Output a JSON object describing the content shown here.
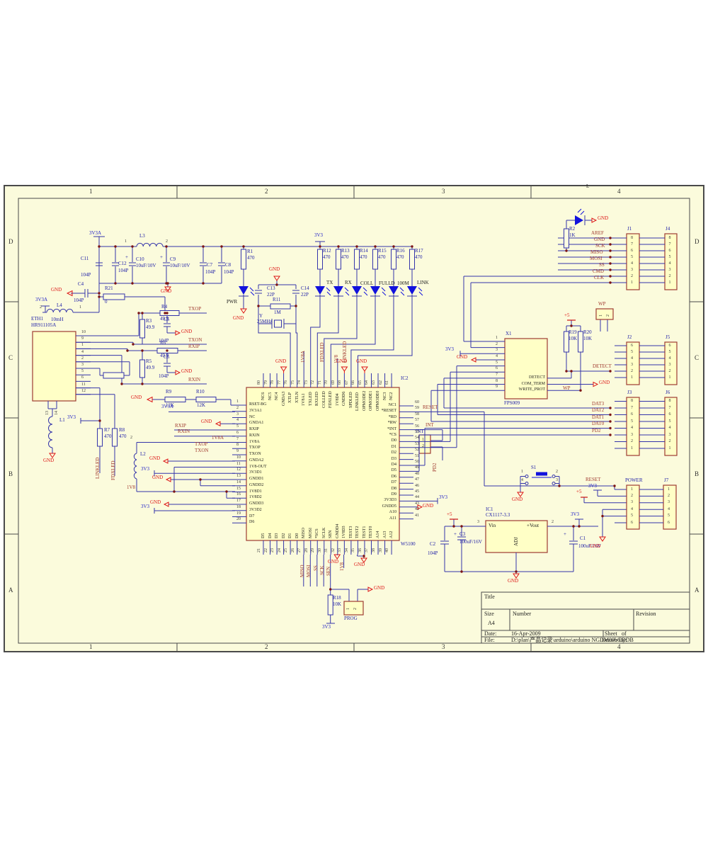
{
  "frame": {
    "columns": [
      "1",
      "2",
      "3",
      "4"
    ],
    "rows": [
      "D",
      "C",
      "B",
      "A"
    ],
    "stray": "L"
  },
  "title_block": {
    "title_label": "Title",
    "size_label": "Size",
    "size_value": "A4",
    "number_label": "Number",
    "revision_label": "Revision",
    "date_label": "Date:",
    "date_value": "16-Apr-2009",
    "sheet_label": "Sheet",
    "of_label": "of",
    "file_label": "File:",
    "file_value": "D:\\plan\\产品记录\\arduino\\arduino NGDM09b6.DDB",
    "drawn_label": "Drawn By:"
  },
  "colors": {
    "sheet": "#fbfbdc",
    "wire": "#3434aa",
    "component_fill": "#ffffc6",
    "component_outline": "#9e3b32",
    "gnd": "#dd1414",
    "power": "#2020c8",
    "net": "#a03a30",
    "led": "#1212dd"
  },
  "ic2": {
    "designator": "IC2",
    "part": "W5100",
    "left": [
      {
        "n": "1",
        "t": "RSET-BG"
      },
      {
        "n": "2",
        "t": "3V3A1"
      },
      {
        "n": "3",
        "t": "NC"
      },
      {
        "n": "4",
        "t": "GNDA1"
      },
      {
        "n": "5",
        "t": "RXIP"
      },
      {
        "n": "6",
        "t": "RXIN"
      },
      {
        "n": "7",
        "t": "1V8A"
      },
      {
        "n": "8",
        "t": "TXOP"
      },
      {
        "n": "9",
        "t": "TXON"
      },
      {
        "n": "10",
        "t": "GNDA2"
      },
      {
        "n": "11",
        "t": "1V8-OUT"
      },
      {
        "n": "12",
        "t": "3V3D1"
      },
      {
        "n": "13",
        "t": "GNDD1"
      },
      {
        "n": "14",
        "t": "GNDD2"
      },
      {
        "n": "15",
        "t": "1V8D1"
      },
      {
        "n": "16",
        "t": "1V8D2"
      },
      {
        "n": "17",
        "t": "GNDD3"
      },
      {
        "n": "18",
        "t": "3V3D2"
      },
      {
        "n": "19",
        "t": "D7"
      },
      {
        "n": "20",
        "t": "D6"
      }
    ],
    "right": [
      {
        "n": "60",
        "t": "NC1"
      },
      {
        "n": "59",
        "t": "*RESET"
      },
      {
        "n": "58",
        "t": "*RD"
      },
      {
        "n": "57",
        "t": "*RW"
      },
      {
        "n": "56",
        "t": "*INT"
      },
      {
        "n": "55",
        "t": "*CS"
      },
      {
        "n": "54",
        "t": "D0"
      },
      {
        "n": "53",
        "t": "D1"
      },
      {
        "n": "52",
        "t": "D2"
      },
      {
        "n": "51",
        "t": "D3"
      },
      {
        "n": "50",
        "t": "D4"
      },
      {
        "n": "49",
        "t": "D5"
      },
      {
        "n": "48",
        "t": "D6"
      },
      {
        "n": "47",
        "t": "D7"
      },
      {
        "n": "46",
        "t": "D8"
      },
      {
        "n": "45",
        "t": "D9"
      },
      {
        "n": "44",
        "t": "3V3D3"
      },
      {
        "n": "43",
        "t": "GNDD5"
      },
      {
        "n": "42",
        "t": "A10"
      },
      {
        "n": "41",
        "t": "A11"
      }
    ],
    "top": [
      {
        "n": "80",
        "t": "NC6"
      },
      {
        "n": "79",
        "t": "NC5"
      },
      {
        "n": "78",
        "t": "NC4"
      },
      {
        "n": "77",
        "t": "GNDA3"
      },
      {
        "n": "76",
        "t": "XTLP"
      },
      {
        "n": "75",
        "t": "XTLN"
      },
      {
        "n": "74",
        "t": "1V8A1"
      },
      {
        "n": "73",
        "t": "TXLED"
      },
      {
        "n": "72",
        "t": "RXLED"
      },
      {
        "n": "71",
        "t": "COLLED"
      },
      {
        "n": "70",
        "t": "FDXLED"
      },
      {
        "n": "69",
        "t": "1V8D4"
      },
      {
        "n": "68",
        "t": "GNDD6"
      },
      {
        "n": "67",
        "t": "SPDLED"
      },
      {
        "n": "66",
        "t": "LINKLED"
      },
      {
        "n": "65",
        "t": "OPMODE2"
      },
      {
        "n": "64",
        "t": "OPMODE1"
      },
      {
        "n": "63",
        "t": "OPMODE0"
      },
      {
        "n": "62",
        "t": "NC3"
      },
      {
        "n": "61",
        "t": "NC2"
      }
    ],
    "bottom": [
      {
        "n": "21",
        "t": "D5"
      },
      {
        "n": "22",
        "t": "D4"
      },
      {
        "n": "23",
        "t": "D3"
      },
      {
        "n": "24",
        "t": "D2"
      },
      {
        "n": "25",
        "t": "D1"
      },
      {
        "n": "26",
        "t": "D0"
      },
      {
        "n": "27",
        "t": "MISO"
      },
      {
        "n": "28",
        "t": "MOSI"
      },
      {
        "n": "29",
        "t": "*SCS"
      },
      {
        "n": "30",
        "t": "SCLK"
      },
      {
        "n": "31",
        "t": "SEN"
      },
      {
        "n": "32",
        "t": "GNDD4"
      },
      {
        "n": "33",
        "t": "1V8D3"
      },
      {
        "n": "34",
        "t": "TEST3"
      },
      {
        "n": "35",
        "t": "TEST2"
      },
      {
        "n": "36",
        "t": "TEST1"
      },
      {
        "n": "37",
        "t": "TEST0"
      },
      {
        "n": "38",
        "t": "A14"
      },
      {
        "n": "39",
        "t": "A13"
      },
      {
        "n": "40",
        "t": "A12"
      }
    ]
  },
  "eth1": {
    "designator": "ETH1",
    "part": "HR911105A",
    "pins": [
      "10",
      "9",
      "1",
      "4",
      "2",
      "3",
      "5",
      "6",
      "11",
      "12"
    ]
  },
  "x1": {
    "designator": "X1",
    "part": "FPS009",
    "pins": [
      "1",
      "2",
      "3",
      "4",
      "5",
      "6",
      "7",
      "8",
      "9"
    ],
    "right_labels": [
      "DETECT",
      "COM_TERM",
      "WRITE_PROT"
    ]
  },
  "connectors": {
    "j1": {
      "name": "J1",
      "pins": [
        "8",
        "7",
        "6",
        "5",
        "4",
        "3",
        "2",
        "1"
      ]
    },
    "j4": {
      "name": "J4",
      "pins": [
        "8",
        "7",
        "6",
        "5",
        "4",
        "3",
        "2",
        "1"
      ]
    },
    "j2": {
      "name": "J2",
      "pins": [
        "6",
        "5",
        "4",
        "3",
        "2",
        "1"
      ]
    },
    "j5": {
      "name": "J5",
      "pins": [
        "6",
        "5",
        "4",
        "3",
        "2",
        "1"
      ]
    },
    "j3": {
      "name": "J3",
      "pins": [
        "8",
        "7",
        "6",
        "5",
        "4",
        "3",
        "2",
        "1"
      ]
    },
    "j6": {
      "name": "J6",
      "pins": [
        "8",
        "7",
        "6",
        "5",
        "4",
        "3",
        "2",
        "1"
      ]
    },
    "power": {
      "name": "POWER",
      "pins": [
        "1",
        "2",
        "3",
        "4",
        "5",
        "6"
      ]
    },
    "j7": {
      "name": "J7",
      "pins": [
        "1",
        "2",
        "3",
        "4",
        "5",
        "6"
      ]
    }
  },
  "labels": [
    [
      "3V3A",
      126,
      326,
      "p"
    ],
    [
      "1",
      176,
      338,
      "u"
    ],
    [
      "L3",
      197,
      330,
      "d"
    ],
    [
      "2",
      234,
      338,
      "u"
    ],
    [
      "C11",
      114,
      362,
      "d"
    ],
    [
      "104P",
      114,
      385,
      "d"
    ],
    [
      "C12",
      167,
      369,
      "d"
    ],
    [
      "104P",
      167,
      379,
      "d"
    ],
    [
      "+",
      177,
      360,
      "d"
    ],
    [
      "C10",
      192,
      363,
      "d"
    ],
    [
      "10uF/10V",
      192,
      372,
      "d"
    ],
    [
      "+",
      226,
      360,
      "d"
    ],
    [
      "C9",
      240,
      363,
      "d"
    ],
    [
      "10uF/10V",
      240,
      372,
      "d"
    ],
    [
      "C7",
      292,
      371,
      "d"
    ],
    [
      "104P",
      290,
      381,
      "d"
    ],
    [
      "C8",
      318,
      371,
      "d"
    ],
    [
      "104P",
      316,
      381,
      "d"
    ],
    [
      "GND",
      227,
      408,
      "g"
    ],
    [
      "R1",
      349,
      352,
      "d"
    ],
    [
      "470",
      349,
      361,
      "d"
    ],
    [
      "PWR",
      320,
      423,
      "k"
    ],
    [
      "GND",
      329,
      446,
      "g"
    ],
    [
      "GND",
      380,
      377,
      "g"
    ],
    [
      "C13",
      377,
      404,
      "d"
    ],
    [
      "22P",
      377,
      413,
      "d"
    ],
    [
      "C14",
      425,
      404,
      "d"
    ],
    [
      "22P",
      425,
      413,
      "d"
    ],
    [
      "R11",
      385,
      420,
      "d"
    ],
    [
      "1M",
      387,
      438,
      "d"
    ],
    [
      "Y",
      366,
      443,
      "d"
    ],
    [
      "25MHz",
      363,
      451,
      "d"
    ],
    [
      "3V3",
      444,
      329,
      "p"
    ],
    [
      "R12",
      456,
      351,
      "d"
    ],
    [
      "470",
      456,
      360,
      "d"
    ],
    [
      "R13",
      482,
      351,
      "d"
    ],
    [
      "470",
      482,
      360,
      "d"
    ],
    [
      "R14",
      508,
      351,
      "d"
    ],
    [
      "470",
      508,
      360,
      "d"
    ],
    [
      "R15",
      534,
      351,
      "d"
    ],
    [
      "470",
      534,
      360,
      "d"
    ],
    [
      "R16",
      560,
      351,
      "d"
    ],
    [
      "470",
      560,
      360,
      "d"
    ],
    [
      "R17",
      586,
      351,
      "d"
    ],
    [
      "470",
      586,
      360,
      "d"
    ],
    [
      "TX",
      461,
      396,
      "k"
    ],
    [
      "RX",
      487,
      396,
      "k"
    ],
    [
      "COLL",
      509,
      397,
      "k"
    ],
    [
      "FULLD",
      535,
      397,
      "k"
    ],
    [
      "100M",
      561,
      397,
      "k"
    ],
    [
      "LINK",
      589,
      396,
      "k"
    ],
    [
      "GND",
      72,
      406,
      "g"
    ],
    [
      "C4",
      110,
      398,
      "d"
    ],
    [
      "104P",
      104,
      421,
      "d"
    ],
    [
      "R21",
      148,
      404,
      "d"
    ],
    [
      "0",
      148,
      423,
      "d"
    ],
    [
      "3V3A",
      50,
      420,
      "p"
    ],
    [
      "2",
      56,
      431,
      "u"
    ],
    [
      "L4",
      80,
      428,
      "d"
    ],
    [
      "10mH",
      72,
      448,
      "d"
    ],
    [
      "1",
      112,
      431,
      "u"
    ],
    [
      "ETH1",
      44,
      447,
      "d"
    ],
    [
      "HR911105A",
      44,
      456,
      "d"
    ],
    [
      "13",
      64,
      586,
      "u",
      "r"
    ],
    [
      "14",
      77,
      586,
      "u",
      "r"
    ],
    [
      "L1",
      84,
      590,
      "d"
    ],
    [
      "GND",
      61,
      647,
      "g"
    ],
    [
      "3V3",
      95,
      586,
      "p"
    ],
    [
      "R7",
      147,
      604,
      "d"
    ],
    [
      "470",
      147,
      613,
      "d"
    ],
    [
      "R8",
      168,
      604,
      "d"
    ],
    [
      "470",
      168,
      613,
      "d"
    ],
    [
      "LINKLED",
      135,
      676,
      "n",
      "r"
    ],
    [
      "FDXLED",
      157,
      678,
      "n",
      "r"
    ],
    [
      "R4",
      228,
      430,
      "d"
    ],
    [
      "49.9",
      226,
      447,
      "d"
    ],
    [
      "TXOP",
      266,
      433,
      "n"
    ],
    [
      "R3",
      206,
      450,
      "d"
    ],
    [
      "49.9",
      206,
      459,
      "d"
    ],
    [
      "C5",
      231,
      448,
      "d"
    ],
    [
      "GND",
      256,
      465,
      "g"
    ],
    [
      "104P",
      224,
      478,
      "d"
    ],
    [
      "TXON",
      266,
      477,
      "n"
    ],
    [
      "R6",
      226,
      481,
      "d"
    ],
    [
      "49.9",
      226,
      499,
      "d"
    ],
    [
      "RXIP",
      266,
      486,
      "n"
    ],
    [
      "R5",
      206,
      507,
      "d"
    ],
    [
      "49.9",
      206,
      516,
      "d"
    ],
    [
      "C6",
      231,
      501,
      "d"
    ],
    [
      "GND",
      256,
      521,
      "g"
    ],
    [
      "104P",
      224,
      528,
      "d"
    ],
    [
      "RXIN",
      266,
      533,
      "n"
    ],
    [
      "R9",
      234,
      550,
      "d"
    ],
    [
      "12K",
      234,
      569,
      "d"
    ],
    [
      "R10",
      277,
      550,
      "d"
    ],
    [
      "12K",
      278,
      569,
      "d"
    ],
    [
      "GND",
      185,
      558,
      "g"
    ],
    [
      "3V3A",
      228,
      571,
      "p"
    ],
    [
      "GND",
      284,
      592,
      "g"
    ],
    [
      "RXIP",
      247,
      598,
      "n"
    ],
    [
      "RXIN",
      251,
      606,
      "n"
    ],
    [
      "1V8A",
      299,
      615,
      "n"
    ],
    [
      "TXOP",
      275,
      624,
      "n"
    ],
    [
      "TXON",
      275,
      633,
      "n"
    ],
    [
      "2",
      184,
      615,
      "u"
    ],
    [
      "L2",
      198,
      638,
      "d"
    ],
    [
      "1V8",
      179,
      685,
      "n"
    ],
    [
      "GND",
      211,
      644,
      "g"
    ],
    [
      "3V3",
      199,
      659,
      "p"
    ],
    [
      "GND",
      215,
      671,
      "g"
    ],
    [
      "GND",
      212,
      706,
      "g"
    ],
    [
      "3V3",
      199,
      712,
      "p"
    ],
    [
      "GND",
      389,
      507,
      "g"
    ],
    [
      "GND",
      475,
      507,
      "g"
    ],
    [
      "GND",
      503,
      507,
      "g"
    ],
    [
      "1V8A",
      425,
      512,
      "n",
      "r"
    ],
    [
      "FDXLED",
      452,
      511,
      "n",
      "r"
    ],
    [
      "1V8",
      472,
      513,
      "n",
      "r"
    ],
    [
      "LINKLED",
      484,
      512,
      "n",
      "r"
    ],
    [
      "IC2",
      566,
      531,
      "d"
    ],
    [
      "W5100",
      566,
      765,
      "d"
    ],
    [
      "GND",
      463,
      790,
      "g"
    ],
    [
      "GND",
      500,
      794,
      "g"
    ],
    [
      "MISO",
      424,
      815,
      "n",
      "r"
    ],
    [
      "MOSI",
      433,
      815,
      "n",
      "r"
    ],
    [
      "SS",
      443,
      806,
      "n",
      "r"
    ],
    [
      "SCK",
      452,
      812,
      "n",
      "r"
    ],
    [
      "SEN",
      461,
      813,
      "n",
      "r"
    ],
    [
      "1V8",
      480,
      806,
      "n",
      "r"
    ],
    [
      "R18",
      470,
      841,
      "d"
    ],
    [
      "10K",
      470,
      850,
      "d"
    ],
    [
      "3V3",
      455,
      882,
      "p"
    ],
    [
      "1",
      489,
      861,
      "u",
      "r"
    ],
    [
      "2",
      499,
      861,
      "u",
      "r"
    ],
    [
      "PROG",
      486,
      870,
      "d"
    ],
    [
      "GND",
      528,
      827,
      "g"
    ],
    [
      "RESET",
      597,
      572,
      "n"
    ],
    [
      "INT",
      601,
      597,
      "n"
    ],
    [
      "INT",
      587,
      606,
      "d"
    ],
    [
      "1",
      596,
      618,
      "u"
    ],
    [
      "2",
      596,
      627,
      "u"
    ],
    [
      "PD2",
      611,
      666,
      "n",
      "r"
    ],
    [
      "3V3",
      620,
      699,
      "p"
    ],
    [
      "GND",
      597,
      711,
      "g"
    ],
    [
      "X1",
      714,
      468,
      "d"
    ],
    [
      "FPS009",
      712,
      566,
      "d"
    ],
    [
      "3V3",
      629,
      490,
      "p"
    ],
    [
      "GND",
      645,
      501,
      "g"
    ],
    [
      "+5",
      797,
      442,
      "g"
    ],
    [
      "R19",
      803,
      466,
      "d"
    ],
    [
      "10K",
      803,
      475,
      "d"
    ],
    [
      "R20",
      824,
      466,
      "d"
    ],
    [
      "10K",
      824,
      475,
      "d"
    ],
    [
      "WP",
      845,
      426,
      "n"
    ],
    [
      "1",
      846,
      447,
      "u",
      "r"
    ],
    [
      "2",
      856,
      447,
      "u",
      "r"
    ],
    [
      "DETECT",
      837,
      514,
      "n"
    ],
    [
      "WP",
      795,
      545,
      "n"
    ],
    [
      "GND",
      846,
      537,
      "g"
    ],
    [
      "R2",
      804,
      320,
      "d"
    ],
    [
      "1K",
      804,
      329,
      "d"
    ],
    [
      "GND",
      844,
      305,
      "g"
    ],
    [
      "J1",
      886,
      320,
      "d"
    ],
    [
      "J4",
      940,
      320,
      "d"
    ],
    [
      "AREF",
      835,
      326,
      "n"
    ],
    [
      "GND",
      839,
      335,
      "n"
    ],
    [
      "SCK",
      841,
      344,
      "n"
    ],
    [
      "MISO",
      834,
      353,
      "n"
    ],
    [
      "MOSI",
      833,
      362,
      "n"
    ],
    [
      "SS",
      846,
      371,
      "n"
    ],
    [
      "CMD",
      837,
      380,
      "n"
    ],
    [
      "CLK",
      839,
      389,
      "n"
    ],
    [
      "J2",
      886,
      473,
      "d"
    ],
    [
      "J5",
      940,
      473,
      "d"
    ],
    [
      "J3",
      886,
      551,
      "d"
    ],
    [
      "J6",
      940,
      551,
      "d"
    ],
    [
      "DAT3",
      836,
      567,
      "n"
    ],
    [
      "DAT2",
      836,
      576,
      "n"
    ],
    [
      "DAT1",
      836,
      586,
      "n"
    ],
    [
      "DAT0",
      836,
      595,
      "n"
    ],
    [
      "PD2",
      836,
      605,
      "n"
    ],
    [
      "S1",
      750,
      657,
      "d"
    ],
    [
      "1",
      736,
      663,
      "u"
    ],
    [
      "2",
      785,
      663,
      "u"
    ],
    [
      "4",
      736,
      675,
      "u"
    ],
    [
      "3",
      785,
      675,
      "u"
    ],
    [
      "GND",
      723,
      702,
      "g"
    ],
    [
      "RESET",
      827,
      674,
      "n"
    ],
    [
      "3V3",
      831,
      683,
      "p"
    ],
    [
      "+5",
      814,
      691,
      "g"
    ],
    [
      "POWER",
      883,
      675,
      "d"
    ],
    [
      "J7",
      938,
      675,
      "d"
    ],
    [
      "IC1",
      686,
      716,
      "d"
    ],
    [
      "CX1117-3.3",
      686,
      724,
      "d"
    ],
    [
      "+5",
      631,
      723,
      "g"
    ],
    [
      "3",
      674,
      734,
      "u"
    ],
    [
      "2",
      779,
      734,
      "u"
    ],
    [
      "3V3",
      806,
      723,
      "p"
    ],
    [
      "Vin",
      690,
      739,
      "k"
    ],
    [
      "+Vout",
      744,
      739,
      "k"
    ],
    [
      "ADJ",
      726,
      771,
      "k",
      "r"
    ],
    [
      "C2",
      607,
      765,
      "d"
    ],
    [
      "104P",
      604,
      778,
      "d"
    ],
    [
      "+",
      641,
      751,
      "d"
    ],
    [
      "C3",
      649,
      751,
      "d"
    ],
    [
      "100uF/16V",
      649,
      762,
      "d"
    ],
    [
      "+",
      796,
      751,
      "d"
    ],
    [
      "C1",
      819,
      757,
      "d"
    ],
    [
      "100uF/16V",
      817,
      768,
      "d"
    ],
    [
      "GND",
      833,
      768,
      "g"
    ],
    [
      "GND",
      717,
      817,
      "g"
    ],
    [
      "L",
      828,
      260,
      "k"
    ]
  ]
}
